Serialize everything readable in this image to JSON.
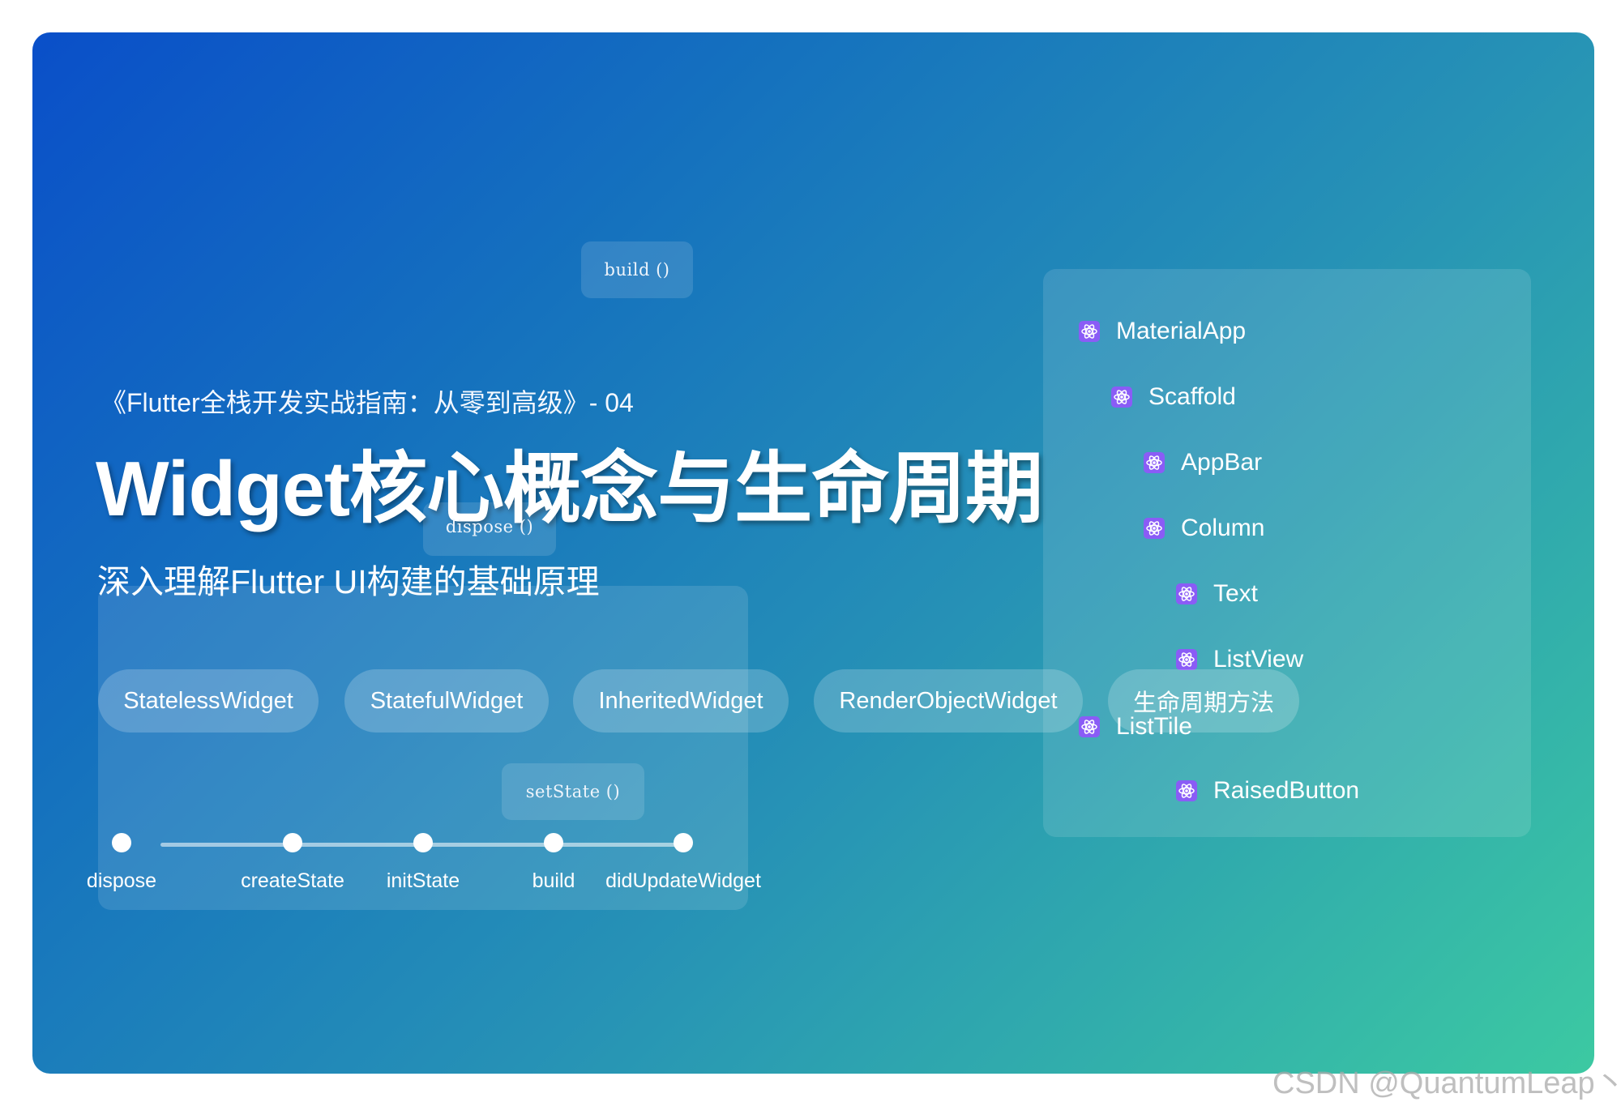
{
  "header": {
    "series": "《Flutter全栈开发实战指南：从零到高级》- 04",
    "title": "Widget核心概念与生命周期",
    "subtitle": "深入理解Flutter UI构建的基础原理"
  },
  "code_chips": {
    "build": "build ()",
    "dispose": "dispose ()",
    "setstate": "setState ()"
  },
  "widget_pills": [
    {
      "label": "StatelessWidget"
    },
    {
      "label": "StatefulWidget"
    },
    {
      "label": "InheritedWidget"
    },
    {
      "label": "RenderObjectWidget"
    },
    {
      "label": "生命周期方法"
    }
  ],
  "widget_tree": [
    {
      "label": "MaterialApp",
      "icon": "atom-icon"
    },
    {
      "label": "Scaffold",
      "icon": "atom-icon"
    },
    {
      "label": "AppBar",
      "icon": "atom-icon"
    },
    {
      "label": "Column",
      "icon": "atom-icon"
    },
    {
      "label": "Text",
      "icon": "atom-icon"
    },
    {
      "label": "ListView",
      "icon": "atom-icon"
    },
    {
      "label": "ListTile",
      "icon": "atom-icon"
    },
    {
      "label": "RaisedButton",
      "icon": "atom-icon"
    }
  ],
  "lifecycle": [
    "dispose",
    "createState",
    "initState",
    "build",
    "didUpdateWidget"
  ],
  "watermark": "CSDN @QuantumLeap丶",
  "colors": {
    "gradient_start": "#0a4fc9",
    "gradient_end": "#3cc9a2",
    "icon_purple": "#7c4dff"
  }
}
